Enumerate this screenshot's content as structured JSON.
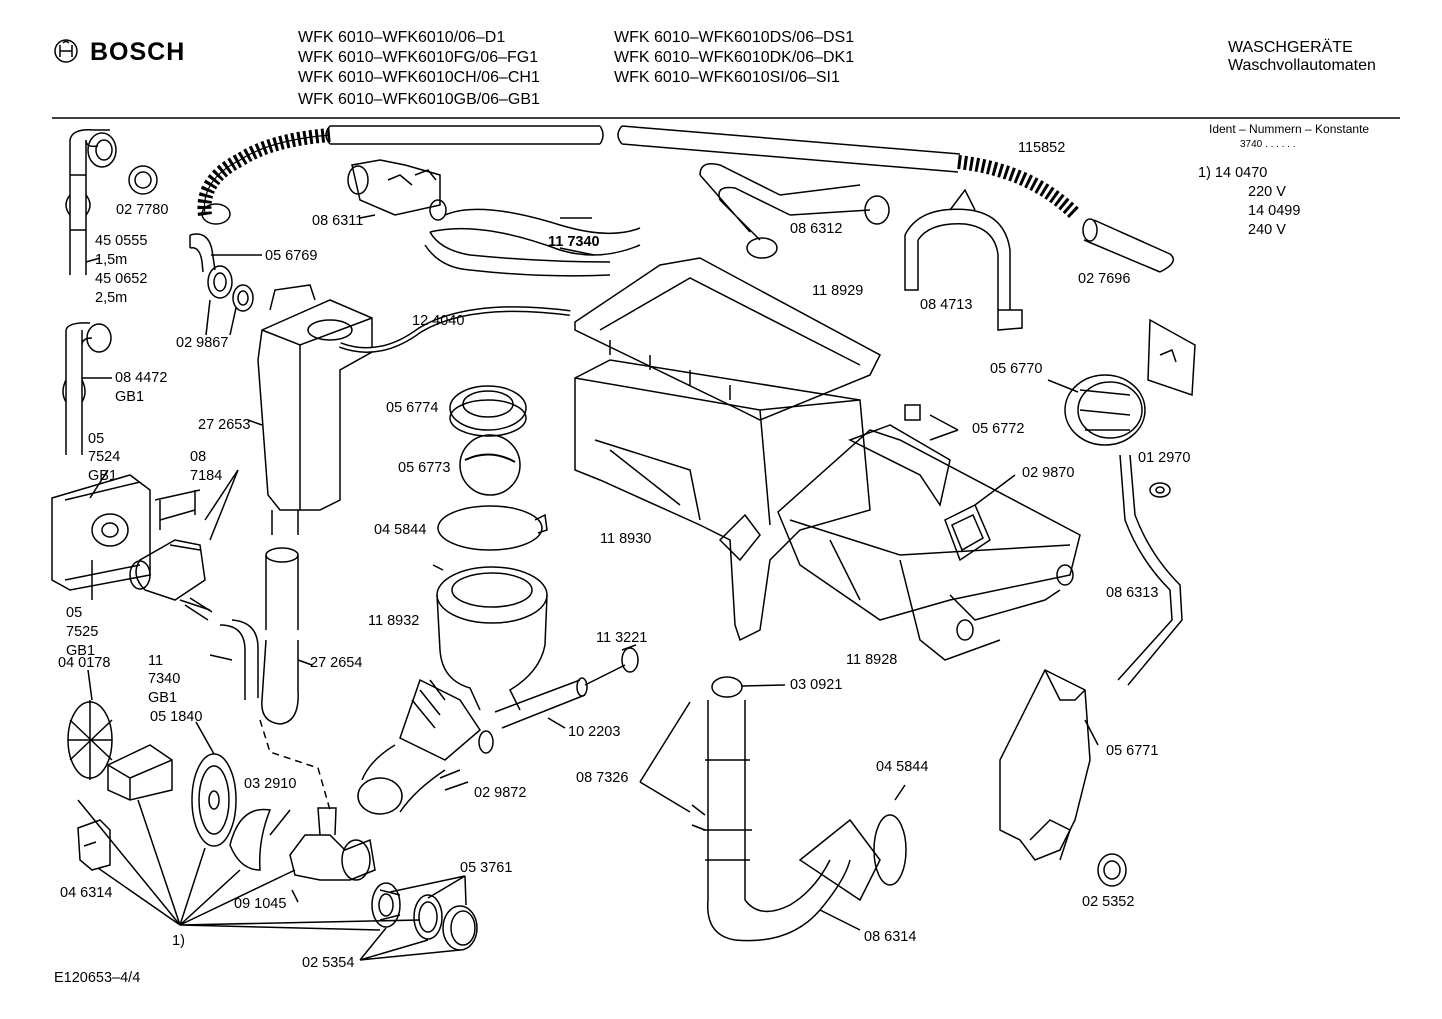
{
  "header": {
    "brand": "BOSCH",
    "models": [
      "WFK 6010–WFK6010/06–D1",
      "WFK 6010–WFK6010FG/06–FG1",
      "WFK 6010–WFK6010CH/06–CH1",
      "WFK 6010–WFK6010GB/06–GB1",
      "WFK 6010–WFK6010DS/06–DS1",
      "WFK 6010–WFK6010DK/06–DK1",
      "WFK 6010–WFK6010SI/06–SI1"
    ],
    "category_title": "WASCHGERÄTE",
    "category_subtitle": "Waschvollautomaten"
  },
  "ident_box": {
    "title": "Ident – Nummern – Konstante",
    "constant": "3740 . . . . . .",
    "lines": [
      "1)  14 0470",
      "220 V",
      "14 0499",
      "240 V"
    ]
  },
  "parts": {
    "p027780": "02 7780",
    "p450555": "45 0555",
    "len15": "1,5m",
    "p450652": "45 0652",
    "len25": "2,5m",
    "p056769": "05 6769",
    "p029867": "02 9867",
    "p084472": "08 4472",
    "gb1_a": "GB1",
    "p057524_a": "05",
    "p057524_b": "7524",
    "gb1_b": "GB1",
    "p087184_a": "08",
    "p087184_b": "7184",
    "p057525_a": "05",
    "p057525_b": "7525",
    "gb1_c": "GB1",
    "p040178": "04 0178",
    "p117340_a": "11",
    "p117340_b": "7340",
    "gb1_d": "GB1",
    "p051840": "05 1840",
    "p046314": "04 6314",
    "footnote": "1)",
    "p086311": "08 6311",
    "p117340_bold": "11 7340",
    "p124040": "12 4040",
    "p272653": "27 2653",
    "p056774": "05 6774",
    "p056773": "05 6773",
    "p045844_a": "04 5844",
    "p272654": "27 2654",
    "p118932": "11 8932",
    "p113221": "11 3221",
    "p102203": "10 2203",
    "p029872": "02 9872",
    "p032910": "03 2910",
    "p091045": "09 1045",
    "p053761": "05 3761",
    "p025354": "02 5354",
    "p086312": "08 6312",
    "p118929": "11 8929",
    "p118930": "11 8930",
    "p118928": "11 8928",
    "p030921": "03 0921",
    "p087326": "08 7326",
    "p045844_b": "04 5844",
    "p086314": "08 6314",
    "p115852": "115852",
    "p084713": "08 4713",
    "p027696": "02 7696",
    "p056770": "05 6770",
    "p056772": "05 6772",
    "p029870": "02 9870",
    "p012970": "01 2970",
    "p086313": "08 6313",
    "p056771": "05 6771",
    "p025352": "02 5352"
  },
  "footer": {
    "drawing_number": "E120653–4/4"
  }
}
